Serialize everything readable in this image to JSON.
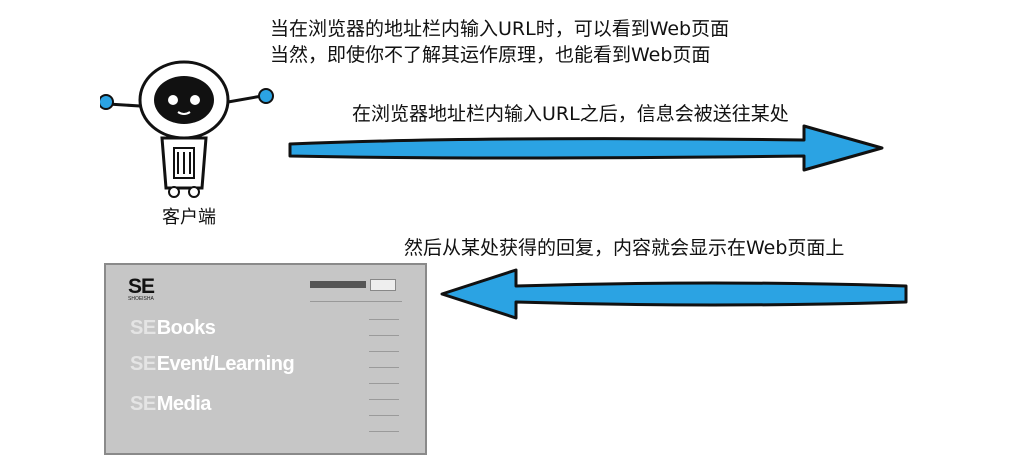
{
  "captions": {
    "line1": "当在浏览器的地址栏内输入URL时，可以看到Web页面",
    "line2": "当然，即使你不了解其运作原理，也能看到Web页面",
    "request": "在浏览器地址栏内输入URL之后，信息会被送往某处",
    "response": "然后从某处获得的回复，内容就会显示在Web页面上"
  },
  "client_label": "客户端",
  "arrow_color": "#2ba3e3",
  "webpage": {
    "logo": "SE",
    "logo_sub": "SHOEISHA",
    "brands": [
      {
        "prefix": "SE",
        "name": "Books"
      },
      {
        "prefix": "SE",
        "name": "Event/Learning"
      },
      {
        "prefix": "SE",
        "name": "Media"
      }
    ]
  }
}
